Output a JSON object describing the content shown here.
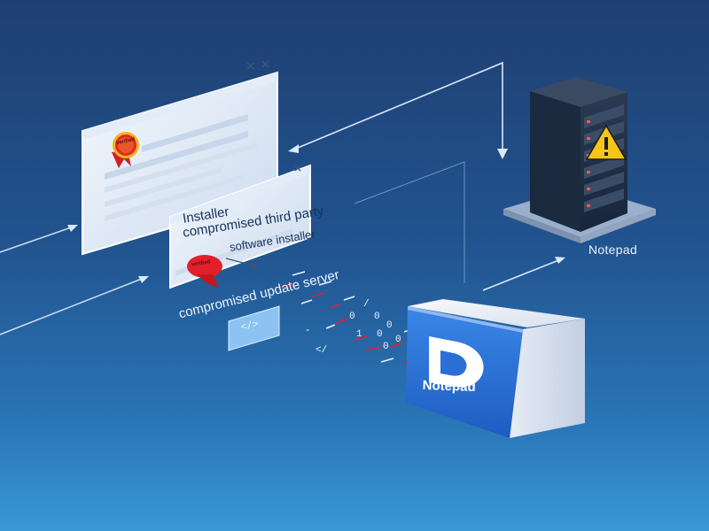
{
  "installer_window": {
    "title": "Installer",
    "line": "compromised third party",
    "subline": "software installer",
    "badge": "verified"
  },
  "main_window": {
    "badge": "verified"
  },
  "update_server": {
    "label": "compromised update server",
    "caption": "Notepad"
  },
  "application": {
    "name": "Notepad",
    "logo_letter": "D"
  },
  "code_stream": {
    "tag": "</>",
    "glyphs": [
      "0",
      "0",
      "1",
      "0",
      "0",
      "0",
      "0",
      "</",
      "/",
      "-"
    ]
  },
  "icons": [
    "warning-icon",
    "close-icon",
    "certificate-badge-icon",
    "code-tag-icon"
  ],
  "colors": {
    "background_top": "#1f3f73",
    "background_bottom": "#3a98d6",
    "accent_red": "#e0212a",
    "warning_yellow": "#f5c518",
    "app_blue": "#2a6fd6"
  }
}
